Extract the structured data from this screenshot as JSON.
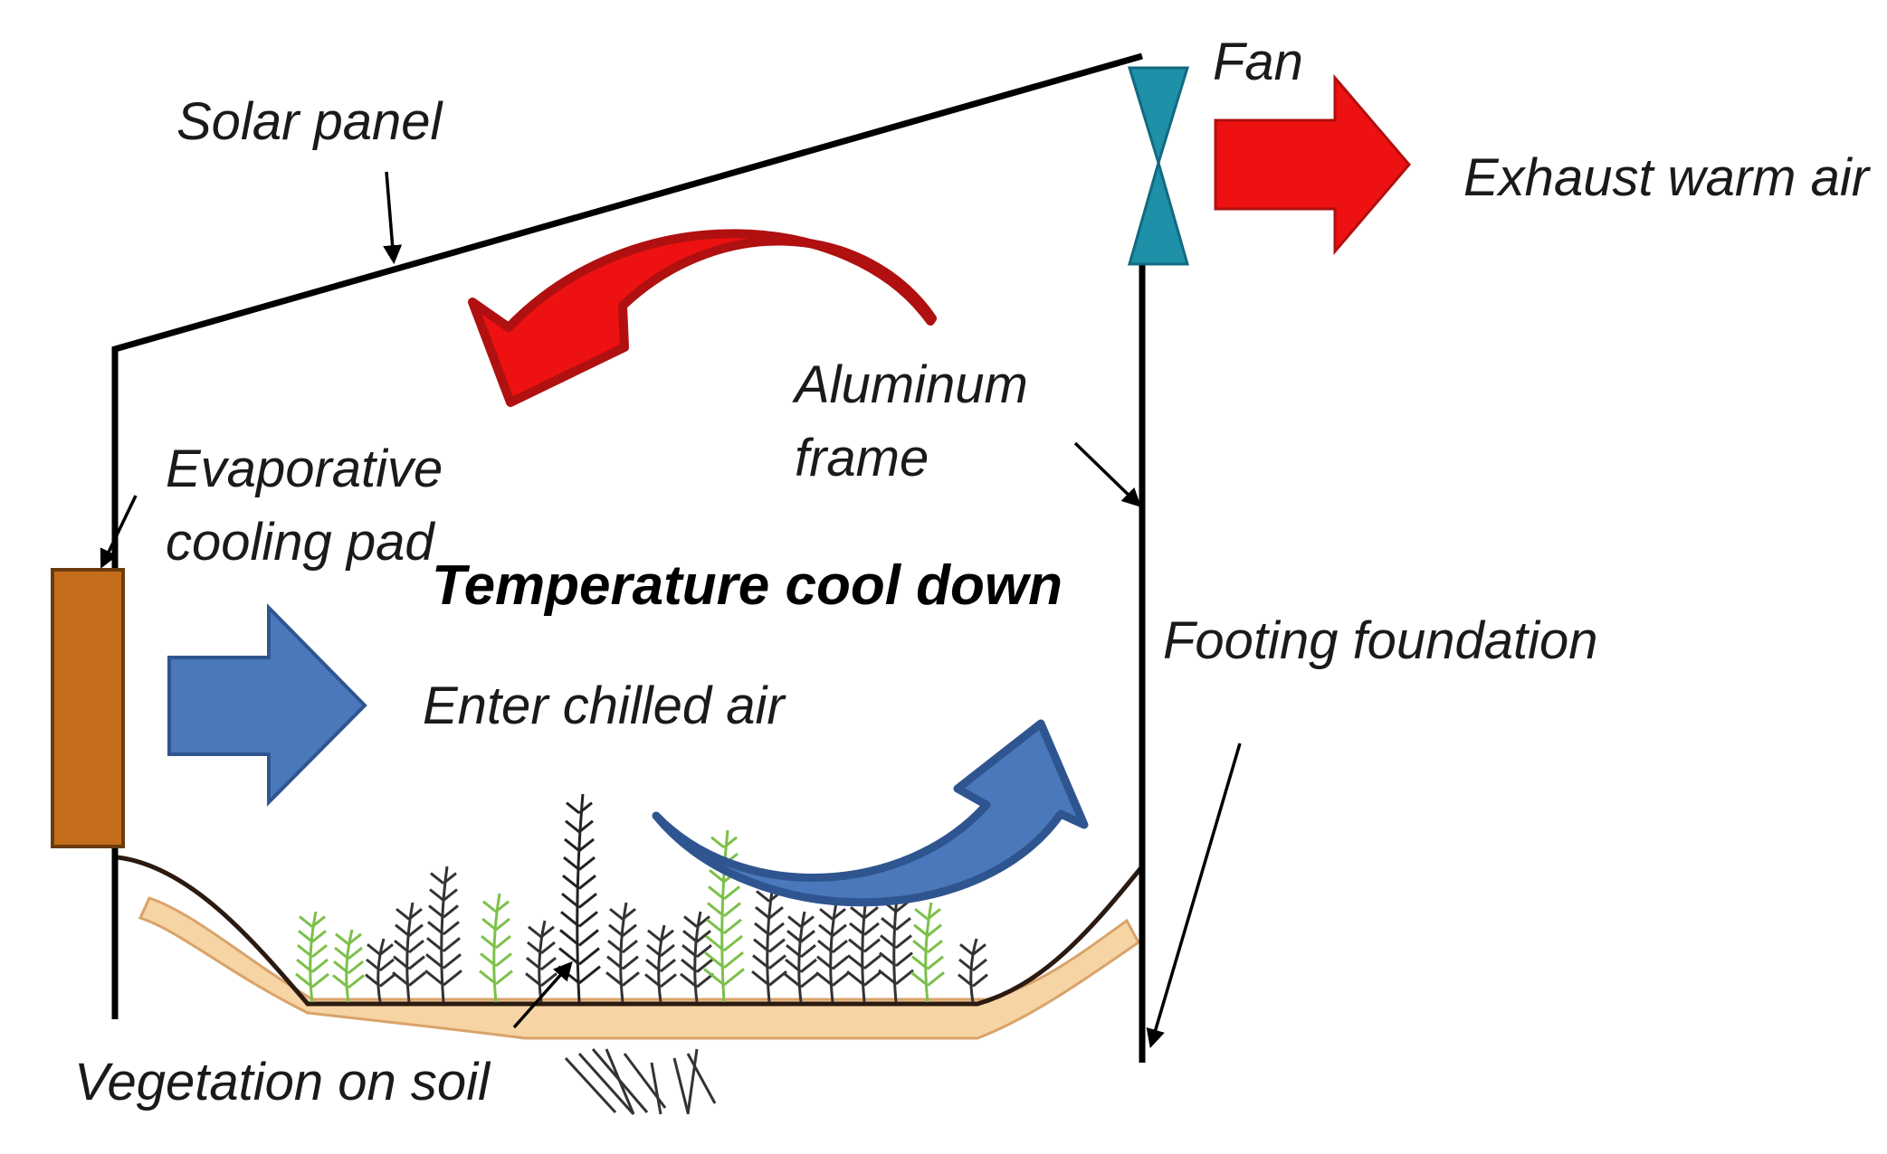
{
  "labels": {
    "solar_panel": "Solar panel",
    "fan": "Fan",
    "exhaust": "Exhaust warm air",
    "aluminum_line1": "Aluminum",
    "aluminum_line2": "frame",
    "evap_line1": "Evaporative",
    "evap_line2": "cooling pad",
    "temperature": "Temperature cool down",
    "footing": "Footing foundation",
    "enter": "Enter chilled air",
    "vegetation": "Vegetation on soil"
  },
  "colors": {
    "warm_arrow": "#ee1111",
    "warm_arrow_border": "#b01010",
    "cool_arrow": "#4a78ba",
    "cool_arrow_border": "#2f5590",
    "fan": "#1e90a8",
    "pad": "#c46e1c",
    "soil": "#f7d4a4",
    "plants": "#7cc04a"
  }
}
